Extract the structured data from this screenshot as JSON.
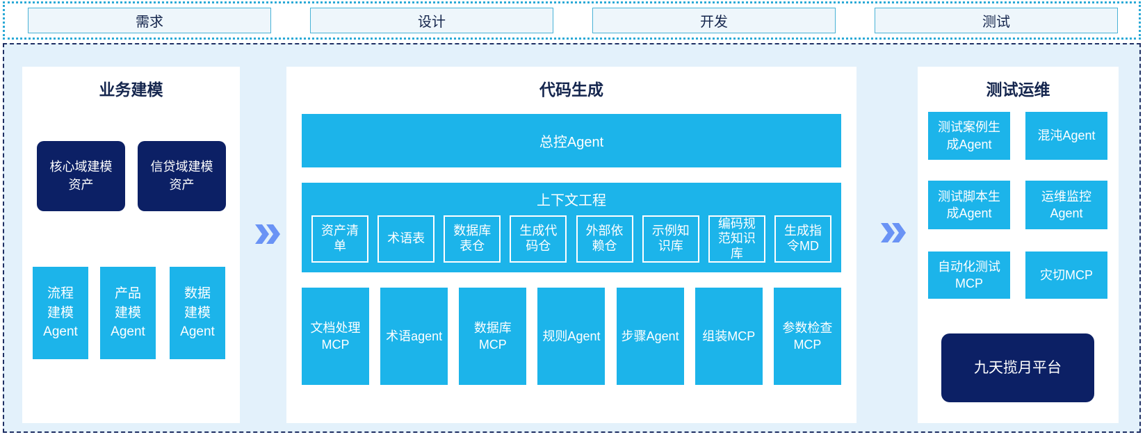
{
  "phases": [
    "需求",
    "设计",
    "开发",
    "测试"
  ],
  "business": {
    "title": "业务建模",
    "assets": [
      "核心域建模\n资产",
      "信贷域建模\n资产"
    ],
    "agents": [
      "流程\n建模\nAgent",
      "产品\n建模\nAgent",
      "数据\n建模\nAgent"
    ]
  },
  "codegen": {
    "title": "代码生成",
    "master_agent": "总控Agent",
    "context": {
      "title": "上下文工程",
      "items": [
        "资产清\n单",
        "术语表",
        "数据库\n表仓",
        "生成代\n码仓",
        "外部依\n赖仓",
        "示例知\n识库",
        "编码规\n范知识\n库",
        "生成指\n令MD"
      ]
    },
    "tools": [
      "文档处理\nMCP",
      "术语agent",
      "数据库\nMCP",
      "规则Agent",
      "步骤Agent",
      "组装MCP",
      "参数检查\nMCP"
    ]
  },
  "testing": {
    "title": "测试运维",
    "boxes": [
      "测试案例生\n成Agent",
      "混沌Agent",
      "测试脚本生\n成Agent",
      "运维监控\nAgent",
      "自动化测试\nMCP",
      "灾切MCP"
    ],
    "platform": "九天揽月平台"
  },
  "colors": {
    "cyan": "#1cb4ea",
    "navy": "#0c2065",
    "arrow": "#6a93f5",
    "area_bg": "#e3f1fb",
    "strip_border": "#2ba9d6",
    "dashed_border": "#1e2f63",
    "phase_fill": "#eef6fb",
    "phase_border": "#49b2d6",
    "title_text": "#15264e"
  }
}
